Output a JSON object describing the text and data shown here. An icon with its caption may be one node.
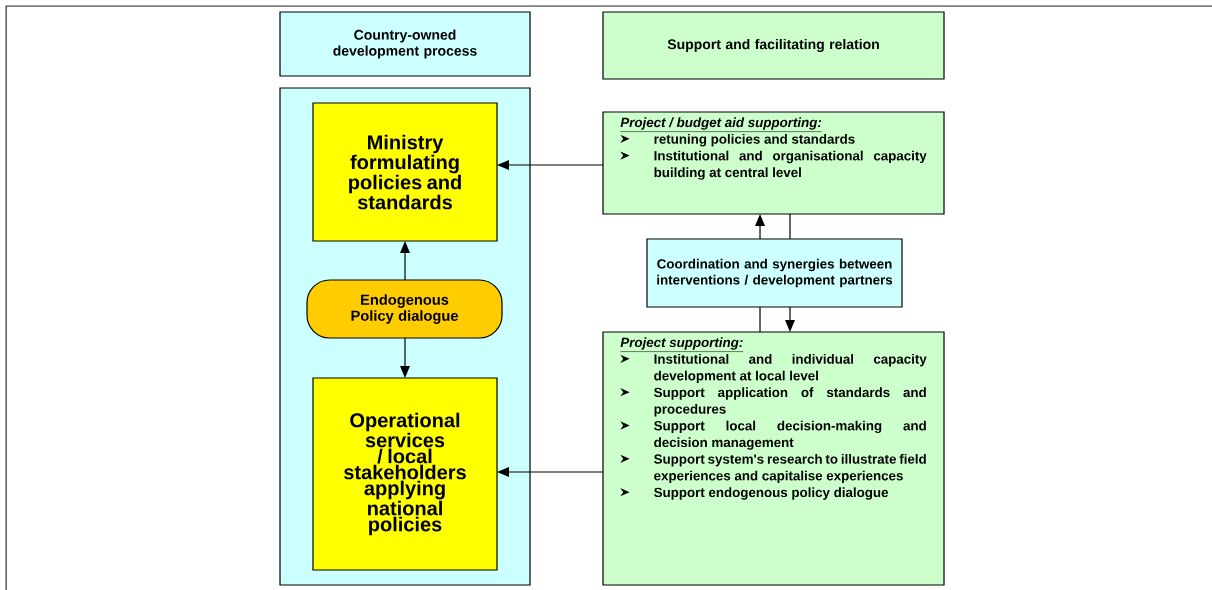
{
  "diagram": {
    "nodes": [
      {
        "text": [
          "Country-owned development process"
        ]
      },
      {
        "text": [
          "Support and  facilitating relation"
        ]
      },
      {
        "text": [],
        "shape": "box"
      },
      {
        "text": [
          "Ministry formulating policies and standards"
        ],
        "in": 2
      },
      {
        "text": [
          "Endogenous Policy dialogue"
        ],
        "in": 2
      },
      {
        "text": [
          "Operational services / local stakeholders applying national policies"
        ],
        "in": 2
      },
      {
        "text": [
          "Project / budget aid supporting:",
          "retuning policies and standards",
          "Institutional and organisational capacity building at central level"
        ]
      },
      {
        "text": [
          "Coordination and synergies between interventions / development partners"
        ]
      },
      {
        "text": [
          "Project supporting:",
          "Institutional and individual capacity development at local level",
          "Support application of standards and procedures",
          "Support local decision-making and decision management",
          "Support system's research to illustrate field experiences and capitalise experiences",
          "Support endogenous policy dialogue"
        ]
      }
    ],
    "edges": [
      {
        "from": 6,
        "to": 3,
        "arrow": "to"
      },
      {
        "from": 4,
        "to": 3,
        "arrow": "to"
      },
      {
        "from": 4,
        "to": 5,
        "arrow": "to"
      },
      {
        "from": 7,
        "to": 6,
        "arrow": "to"
      },
      {
        "from": 6,
        "to": 7,
        "arrow": "none"
      },
      {
        "from": 7,
        "to": 8,
        "arrow": "to"
      },
      {
        "from": 7,
        "to": 8,
        "arrow": "none"
      },
      {
        "from": 8,
        "to": 5,
        "arrow": "to"
      }
    ]
  }
}
